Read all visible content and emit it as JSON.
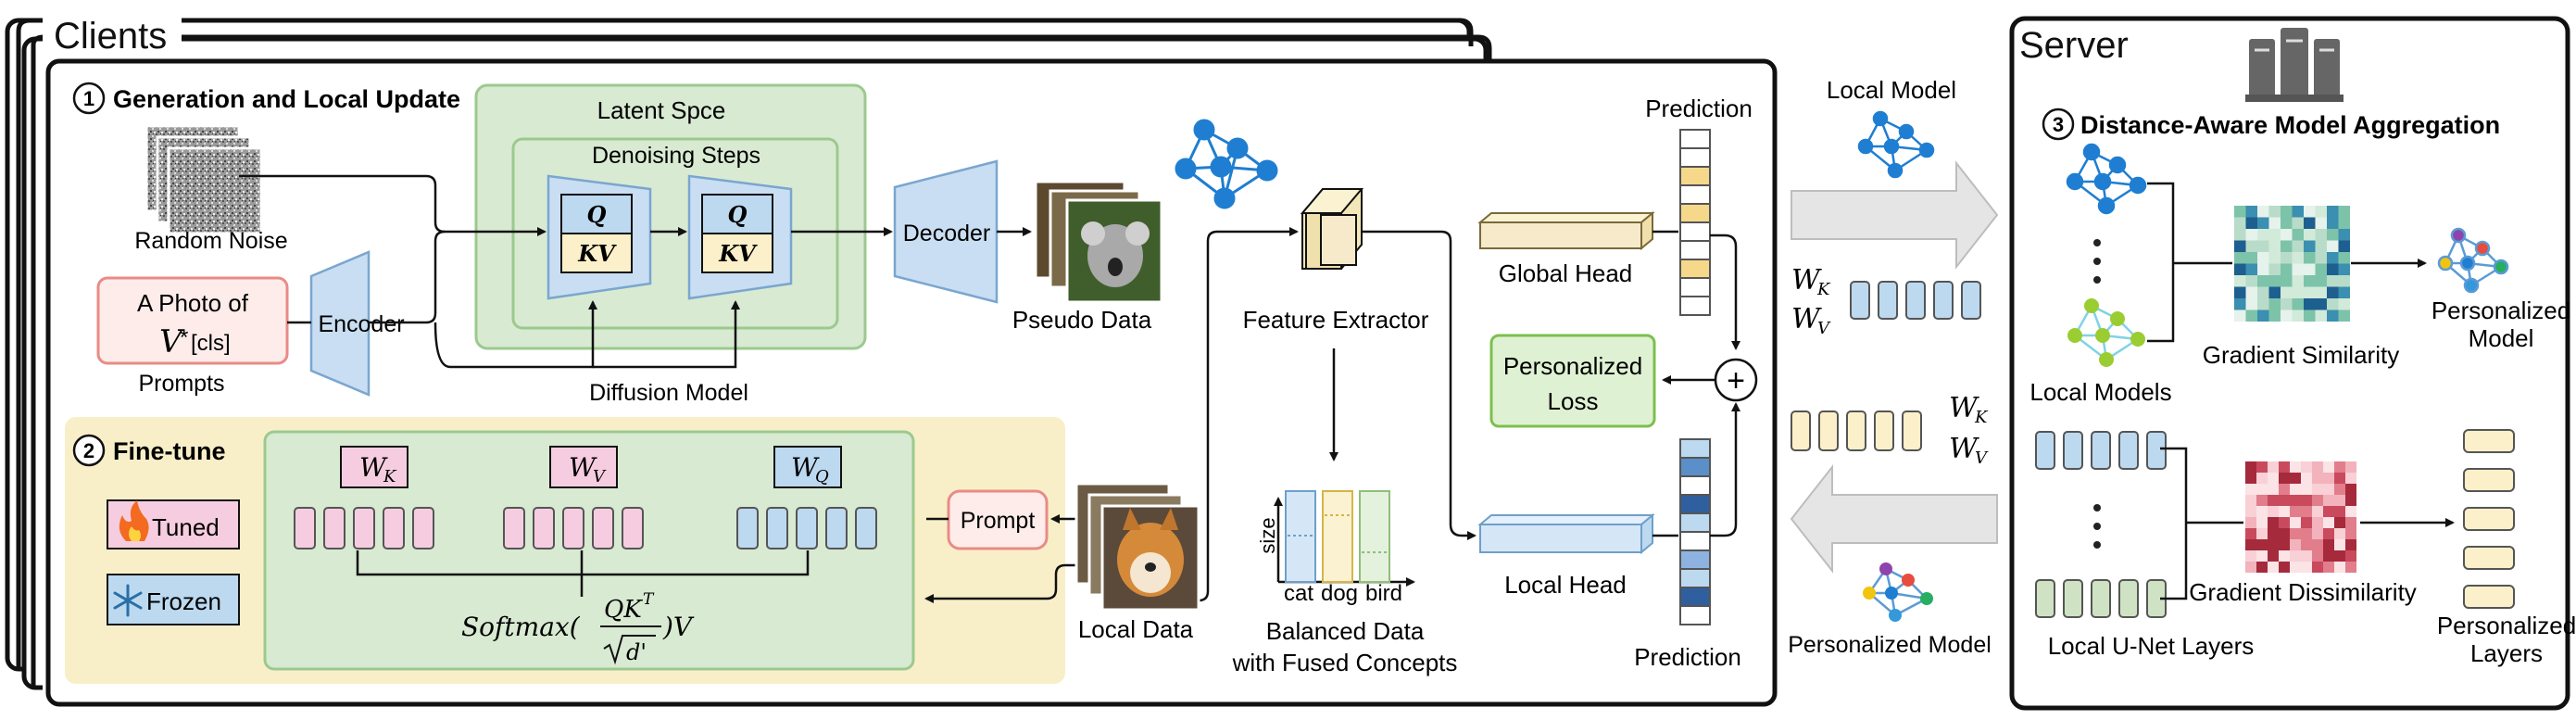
{
  "clients": {
    "title": "Clients",
    "section1": {
      "number": "1",
      "title": "Generation and Local Update",
      "latent_space": "Latent Spce",
      "denoising_steps": "Denoising Steps",
      "q_label": "Q",
      "kv_label": "KV",
      "random_noise": "Random Noise",
      "prompt_line1": "A  Photo of",
      "prompt_vstar": "V",
      "prompt_star": "*",
      "prompt_cls": "[cls]",
      "prompts_caption": "Prompts",
      "encoder": "Encoder",
      "decoder": "Decoder",
      "diffusion_model": "Diffusion Model",
      "pseudo_data": "Pseudo Data",
      "feature_extractor": "Feature Extractor",
      "global_head": "Global Head",
      "local_head": "Local Head",
      "prediction_top": "Prediction",
      "prediction_bottom": "Prediction",
      "personalized_loss_1": "Personalized",
      "personalized_loss_2": "Loss",
      "plus": "+",
      "local_data": "Local Data",
      "balanced_1": "Balanced Data",
      "balanced_2": "with Fused Concepts",
      "bar_ylabel": "size",
      "bar_categories": [
        "cat",
        "dog",
        "bird"
      ],
      "prompt_btn": "Prompt"
    },
    "section2": {
      "number": "2",
      "title": "Fine-tune",
      "tuned": "Tuned",
      "frozen": "Frozen",
      "wk": "W",
      "wk_sub": "K",
      "wv": "W",
      "wv_sub": "V",
      "wq": "W",
      "wq_sub": "Q",
      "formula_pre": "Softmax(",
      "formula_num": "QK",
      "formula_sup": "T",
      "formula_den": "d'",
      "formula_post": ")V"
    }
  },
  "middle": {
    "local_model": "Local Model",
    "personalized_model": "Personalized Model",
    "wk": "W",
    "wk_sub": "K",
    "wv": "W",
    "wv_sub": "V"
  },
  "server": {
    "title": "Server",
    "section3_number": "3",
    "section3_title": "Distance-Aware Model Aggregation",
    "local_models": "Local Models",
    "gradient_similarity": "Gradient Similarity",
    "personalized_model_1": "Personalized",
    "personalized_model_2": "Model",
    "local_unet": "Local U-Net Layers",
    "gradient_dissimilarity": "Gradient Dissimilarity",
    "personalized_layers_1": "Personalized",
    "personalized_layers_2": "Layers"
  },
  "colors": {
    "green_fill": "#d8ead2",
    "green_border": "#9cc98f",
    "yellow_fill": "#f8efc8",
    "blue_fill": "#bcd9f0",
    "blue_border": "#6f9fc9",
    "pink_fill": "#f6cde0",
    "pink_border": "#c77b9c",
    "cream_fill": "#fbf0c9",
    "salmon_border": "#e98b86",
    "network_blue": "#1f7ed1",
    "arrow_gray": "#e5e5e5"
  }
}
